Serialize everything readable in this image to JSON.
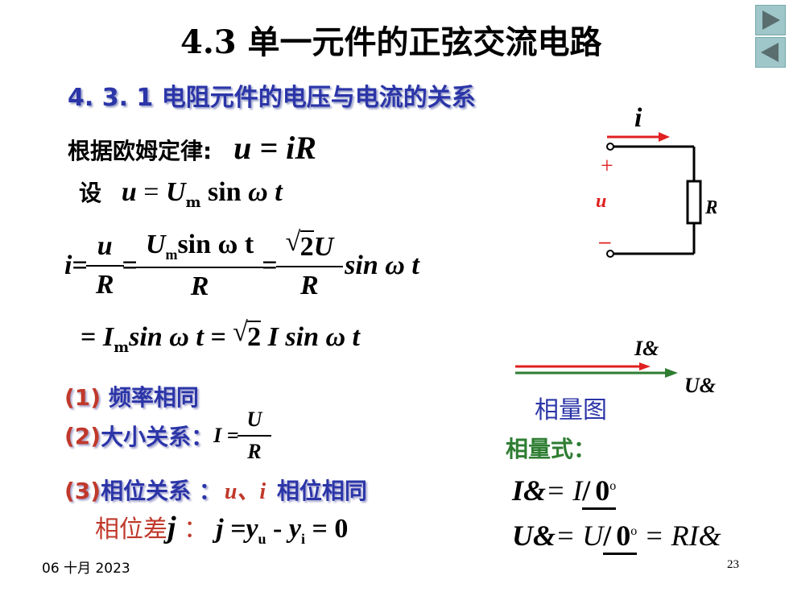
{
  "title": "4.3  单一元件的正弦交流电路",
  "subtitle": "4. 3. 1  电阻元件的电压与电流的关系",
  "ohm": {
    "label": "根据欧姆定律:",
    "formula": "u = iR"
  },
  "assume": {
    "label": "设",
    "u": "u",
    "eq": " = ",
    "U": "U",
    "m": "m",
    "sin": " sin ",
    "wt": "ω t"
  },
  "eq1": {
    "i": "i",
    "eq": " = ",
    "u": "u",
    "R": "R",
    "Um": "U",
    "m": "m",
    "sinwt": "sin ω t",
    "two": "2",
    "U": "U",
    "tail": "sin ω t"
  },
  "eq2": {
    "lead": "= ",
    "I": "I",
    "m": "m",
    "mid": "sin ω t = ",
    "two": "2",
    "tail": " I sin ω t"
  },
  "props": {
    "p1_num": "(1)",
    "p1": " 频率相同",
    "p2_num": "(2)",
    "p2": "大小关系：",
    "p2_I": "I = ",
    "p2_U": "U",
    "p2_R": "R",
    "p3_num": "(3)",
    "p3": "相位关系 ：",
    "p3_ui": "u、i",
    "p3_tail": " 相位相同",
    "p4_label": "相位差",
    "p4_phi": "j",
    "p4_colon": " ：",
    "p4_expr1": "j  =",
    "p4_psi1": "y",
    "p4_u": "u",
    "p4_minus": " - ",
    "p4_psi2": "y",
    "p4_i": "i",
    "p4_end": " = 0"
  },
  "phasor": {
    "label_I": "I&",
    "label_U": "U&",
    "diagram_label": "相量图",
    "formula_label": "相量式：",
    "f1_lhs": "I&",
    "f1_rhs": "= I",
    "f1_angle": "0",
    "f1_deg": "o",
    "f2_lhs": "U&",
    "f2_rhs": "= U",
    "f2_angle": "0",
    "f2_deg": "o",
    "f2_tail": " = RI&"
  },
  "circuit": {
    "i": "i",
    "plus": "+",
    "u": "u",
    "minus": "–",
    "R": "R"
  },
  "footer": {
    "date": "06 十月 2023",
    "page": "23"
  },
  "colors": {
    "blue": "#2b35a8",
    "red": "#c0392b",
    "green": "#2e7d32",
    "nav": "#9fc6c9"
  }
}
